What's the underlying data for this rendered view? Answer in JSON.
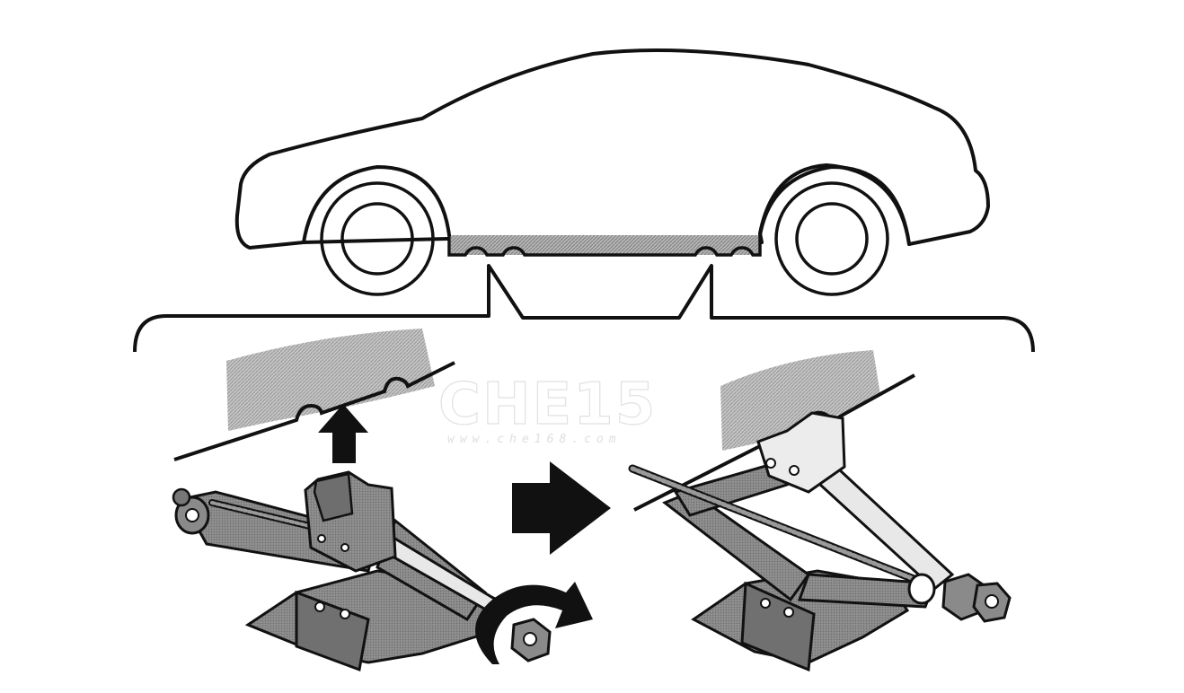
{
  "figure": {
    "subject": "car-lifting-with-scissor-jack",
    "colors": {
      "ink": "#111111",
      "metal_fill": "#8a8a8a",
      "metal_dark": "#5a5a5a",
      "shadow": "#9a9a9a",
      "paper": "#ffffff"
    },
    "icons": [
      "car-outline",
      "scissor-jack-lowered",
      "scissor-jack-raised",
      "up-arrow-icon",
      "right-arrow-icon",
      "rotation-arrow-icon"
    ],
    "watermark": {
      "logo": "CHE15",
      "url": "www.che168.com"
    }
  }
}
